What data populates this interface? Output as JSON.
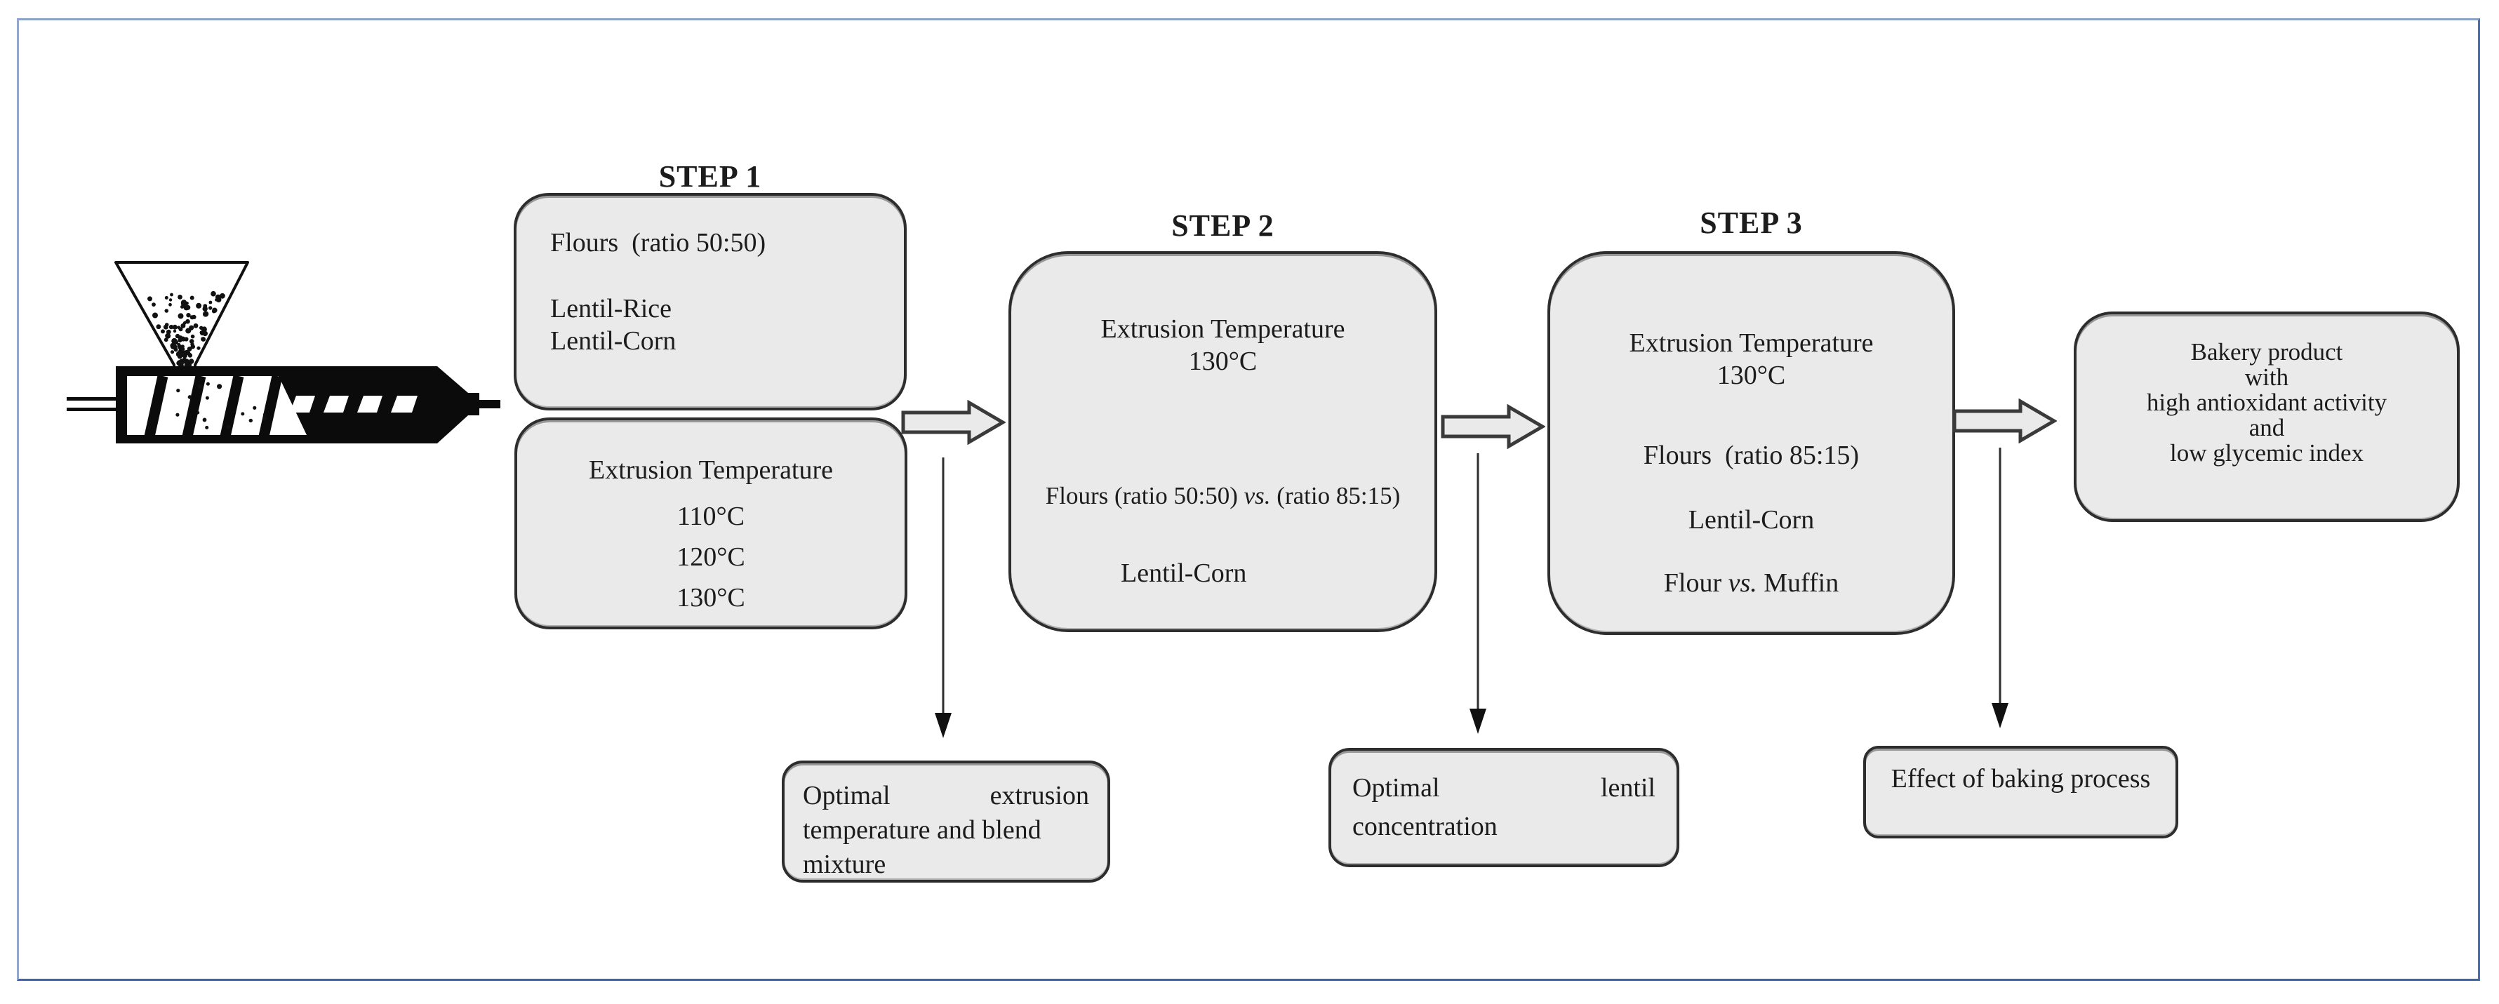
{
  "figure": {
    "type": "process-flow-diagram",
    "palette": {
      "frame_border": "#4A70B4",
      "box_fill": "#EAEAEA",
      "box_border": "#2D2D2D",
      "text": "#1C1C1C",
      "arrow_fill": "#EAEAEA",
      "arrow_stroke": "#3A3A3A"
    },
    "icons": {
      "extruder": "extruder-with-feed-hopper-icon"
    },
    "step1": {
      "label": "STEP 1",
      "flours_box": {
        "flours_line": "Flours  (ratio 50:50)",
        "blends": [
          "Lentil-Rice",
          "Lentil-Corn"
        ]
      },
      "temperature_box": {
        "title": "Extrusion Temperature",
        "temperatures": [
          "110°C",
          "120°C",
          "130°C"
        ]
      }
    },
    "step2": {
      "label": "STEP 2",
      "box": {
        "title": "Extrusion Temperature",
        "temperature": "130°C",
        "flours_prefix": "Flours  (ratio 50:50) ",
        "vs": "vs.",
        "flours_suffix": " (ratio 85:15)",
        "blend": "Lentil-Corn"
      }
    },
    "step3": {
      "label": "STEP 3",
      "box": {
        "title": "Extrusion Temperature",
        "temperature": "130°C",
        "flours_line": "Flours  (ratio 85:15)",
        "blend": "Lentil-Corn",
        "compare_prefix": "Flour ",
        "vs": "vs.",
        "compare_suffix": " Muffin"
      }
    },
    "outcome": {
      "lines": [
        "Bakery product",
        "with",
        "high antioxidant activity",
        "and",
        "low glycemic index"
      ]
    },
    "findings": {
      "optimal_extrusion": {
        "line1_left": "Optimal",
        "line1_right": "extrusion",
        "line2": "temperature and blend",
        "line3": "mixture"
      },
      "optimal_lentil": {
        "line1_left": "Optimal",
        "line1_right": "lentil",
        "line2": "concentration"
      },
      "baking": {
        "text": "Effect of baking process"
      }
    }
  }
}
